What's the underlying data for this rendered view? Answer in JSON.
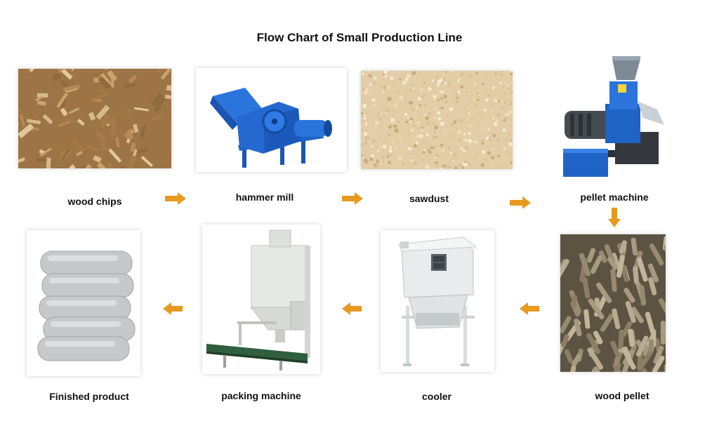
{
  "title": "Flow Chart of Small Production Line",
  "colors": {
    "arrow": "#e69a1f",
    "machine_blue": "#1f63c7",
    "machine_white": "#e9ecec",
    "wood": "#b88a55"
  },
  "steps": [
    {
      "label": "wood chips",
      "image": "wood-chips-photo"
    },
    {
      "label": "hammer mill",
      "image": "hammer-mill-photo"
    },
    {
      "label": "sawdust",
      "image": "sawdust-photo"
    },
    {
      "label": "pellet machine",
      "image": "pellet-machine-photo"
    },
    {
      "label": "wood pellet",
      "image": "wood-pellet-photo"
    },
    {
      "label": "cooler",
      "image": "cooler-photo"
    },
    {
      "label": "packing machine",
      "image": "packing-machine-photo"
    },
    {
      "label": "Finished product",
      "image": "finished-product-photo"
    }
  ]
}
